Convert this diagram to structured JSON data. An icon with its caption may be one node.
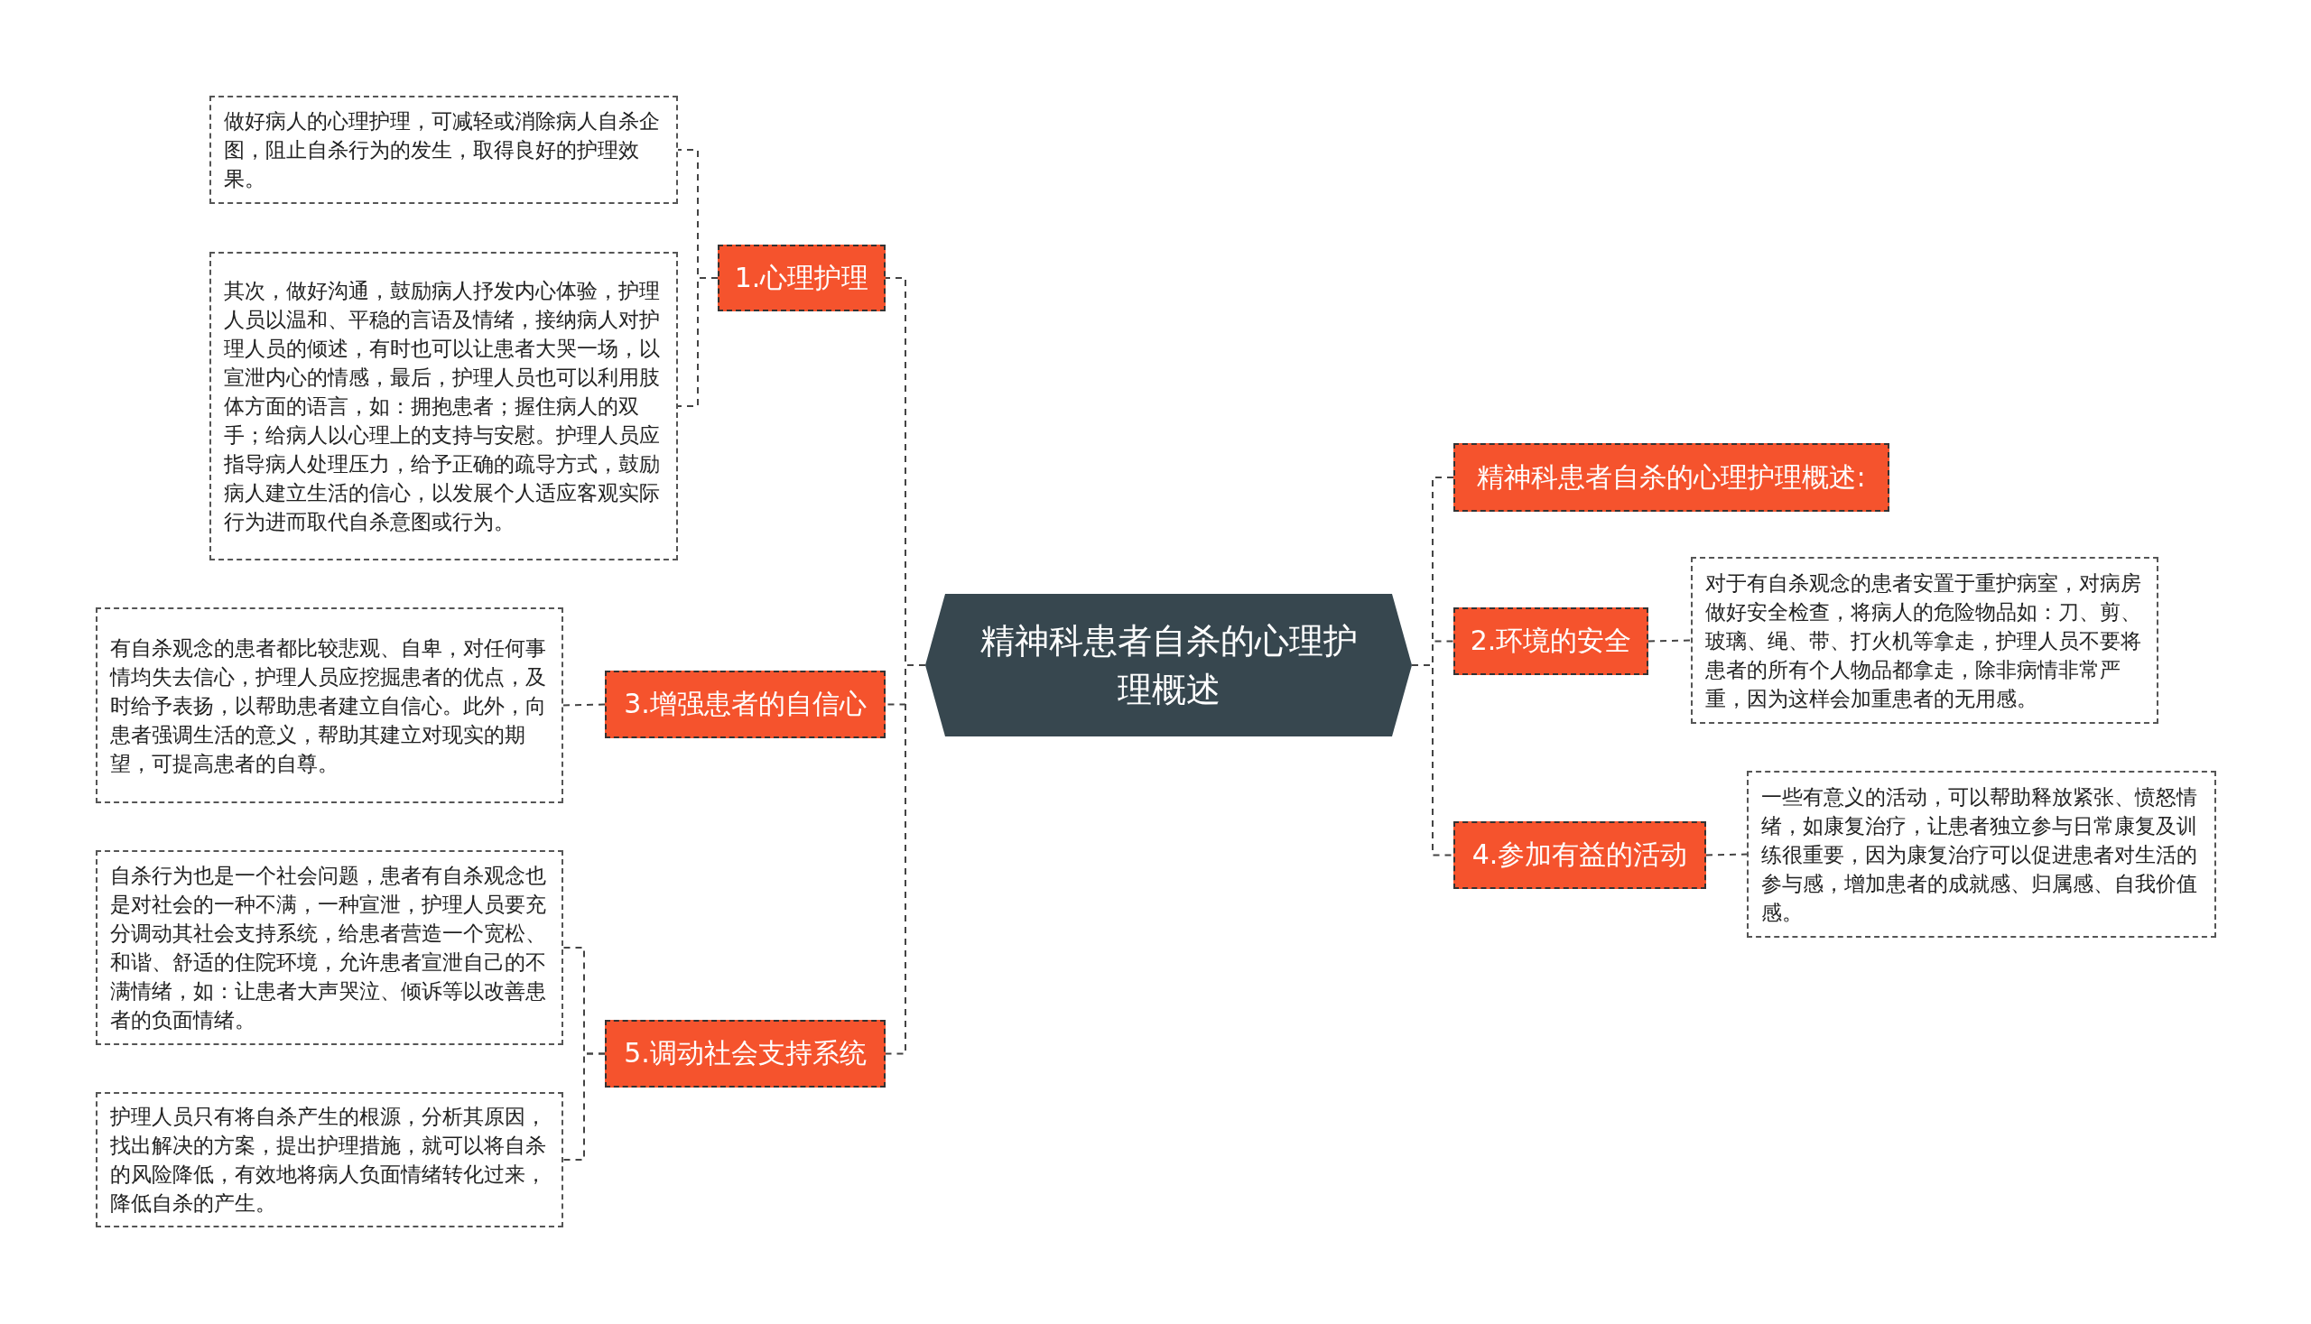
{
  "diagram": {
    "nodes": [
      {
        "text": [
          "精神科患者自杀的心理护理概述"
        ]
      },
      {
        "text": [
          "1.心理护理"
        ]
      },
      {
        "text": [
          "做好病人的心理护理，可减轻或消除病人自杀企图，阻止自杀行为的发生，取得良好的护理效果。"
        ]
      },
      {
        "text": [
          "其次，做好沟通，鼓励病人抒发内心体验，护理人员以温和、平稳的言语及情绪，接纳病人对护理人员的倾述，有时也可以让患者大哭一场，以宣泄内心的情感，最后，护理人员也可以利用肢体方面的语言，如：拥抱患者；握住病人的双手；给病人以心理上的支持与安慰。护理人员应指导病人处理压力，给予正确的疏导方式，鼓励病人建立生活的信心，以发展个人适应客观实际行为进而取代自杀意图或行为。"
        ]
      },
      {
        "text": [
          "3.增强患者的自信心"
        ]
      },
      {
        "text": [
          "有自杀观念的患者都比较悲观、自卑，对任何事情均失去信心，护理人员应挖掘患者的优点，及时给予表扬，以帮助患者建立自信心。此外，向患者强调生活的意义，帮助其建立对现实的期望，可提高患者的自尊。"
        ]
      },
      {
        "text": [
          "5.调动社会支持系统"
        ]
      },
      {
        "text": [
          "自杀行为也是一个社会问题，患者有自杀观念也是对社会的一种不满，一种宣泄，护理人员要充分调动其社会支持系统，给患者营造一个宽松、和谐、舒适的住院环境，允许患者宣泄自己的不满情绪，如：让患者大声哭泣、倾诉等以改善患者的负面情绪。"
        ]
      },
      {
        "text": [
          "护理人员只有将自杀产生的根源，分析其原因，找出解决的方案，提出护理措施，就可以将自杀的风险降低，有效地将病人负面情绪转化过来，降低自杀的产生。"
        ]
      },
      {
        "text": [
          "精神科患者自杀的心理护理概述:"
        ]
      },
      {
        "text": [
          "2.环境的安全"
        ]
      },
      {
        "text": [
          "对于有自杀观念的患者安置于重护病室，对病房做好安全检查，将病人的危险物品如：刀、剪、玻璃、绳、带、打火机等拿走，护理人员不要将患者的所有个人物品都拿走，除非病情非常严重，因为这样会加重患者的无用感。"
        ]
      },
      {
        "text": [
          "4.参加有益的活动"
        ]
      },
      {
        "text": [
          "一些有意义的活动，可以帮助释放紧张、愤怒情绪，如康复治疗，让患者独立参与日常康复及训练很重要，因为康复治疗可以促进患者对生活的参与感，增加患者的成就感、归属感、自我价值感。"
        ]
      }
    ],
    "edges": [
      {
        "from": 0,
        "to": 1,
        "arrow": "none",
        "style": "dashed"
      },
      {
        "from": 0,
        "to": 4,
        "arrow": "none",
        "style": "dashed"
      },
      {
        "from": 0,
        "to": 6,
        "arrow": "none",
        "style": "dashed"
      },
      {
        "from": 0,
        "to": 9,
        "arrow": "none",
        "style": "dashed"
      },
      {
        "from": 0,
        "to": 10,
        "arrow": "none",
        "style": "dashed"
      },
      {
        "from": 0,
        "to": 12,
        "arrow": "none",
        "style": "dashed"
      },
      {
        "from": 1,
        "to": 2,
        "arrow": "none",
        "style": "dashed"
      },
      {
        "from": 1,
        "to": 3,
        "arrow": "none",
        "style": "dashed"
      },
      {
        "from": 4,
        "to": 5,
        "arrow": "none",
        "style": "dashed"
      },
      {
        "from": 6,
        "to": 7,
        "arrow": "none",
        "style": "dashed"
      },
      {
        "from": 6,
        "to": 8,
        "arrow": "none",
        "style": "dashed"
      },
      {
        "from": 10,
        "to": 11,
        "arrow": "none",
        "style": "dashed"
      },
      {
        "from": 12,
        "to": 13,
        "arrow": "none",
        "style": "dashed"
      }
    ]
  }
}
